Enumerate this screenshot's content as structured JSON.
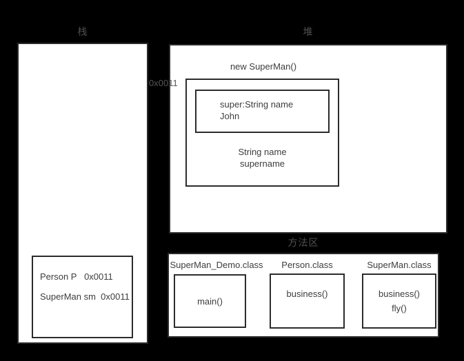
{
  "colors": {
    "background": "#000000",
    "panel_background": "#ffffff",
    "border": "#2b2b2b",
    "text": "#3d3d3d",
    "dim_label": "#505050"
  },
  "regions": {
    "stack_label": "栈",
    "heap_label": "堆",
    "method_area_label": "方法区"
  },
  "stack": {
    "frame_line1": "Person P   0x0011",
    "frame_line2": "SuperMan sm  0x0011"
  },
  "heap": {
    "title": "new SuperMan()",
    "address_label": "0x0011",
    "super_line1": "super:String name",
    "super_line2": "John",
    "field_line1": "String name",
    "field_line2": "supername"
  },
  "method_area": {
    "classes": [
      {
        "name": "SuperMan_Demo.class",
        "methods": [
          "main()"
        ]
      },
      {
        "name": "Person.class",
        "methods": [
          "business()"
        ]
      },
      {
        "name": "SuperMan.class",
        "methods": [
          "business()",
          "fly()"
        ]
      }
    ]
  }
}
